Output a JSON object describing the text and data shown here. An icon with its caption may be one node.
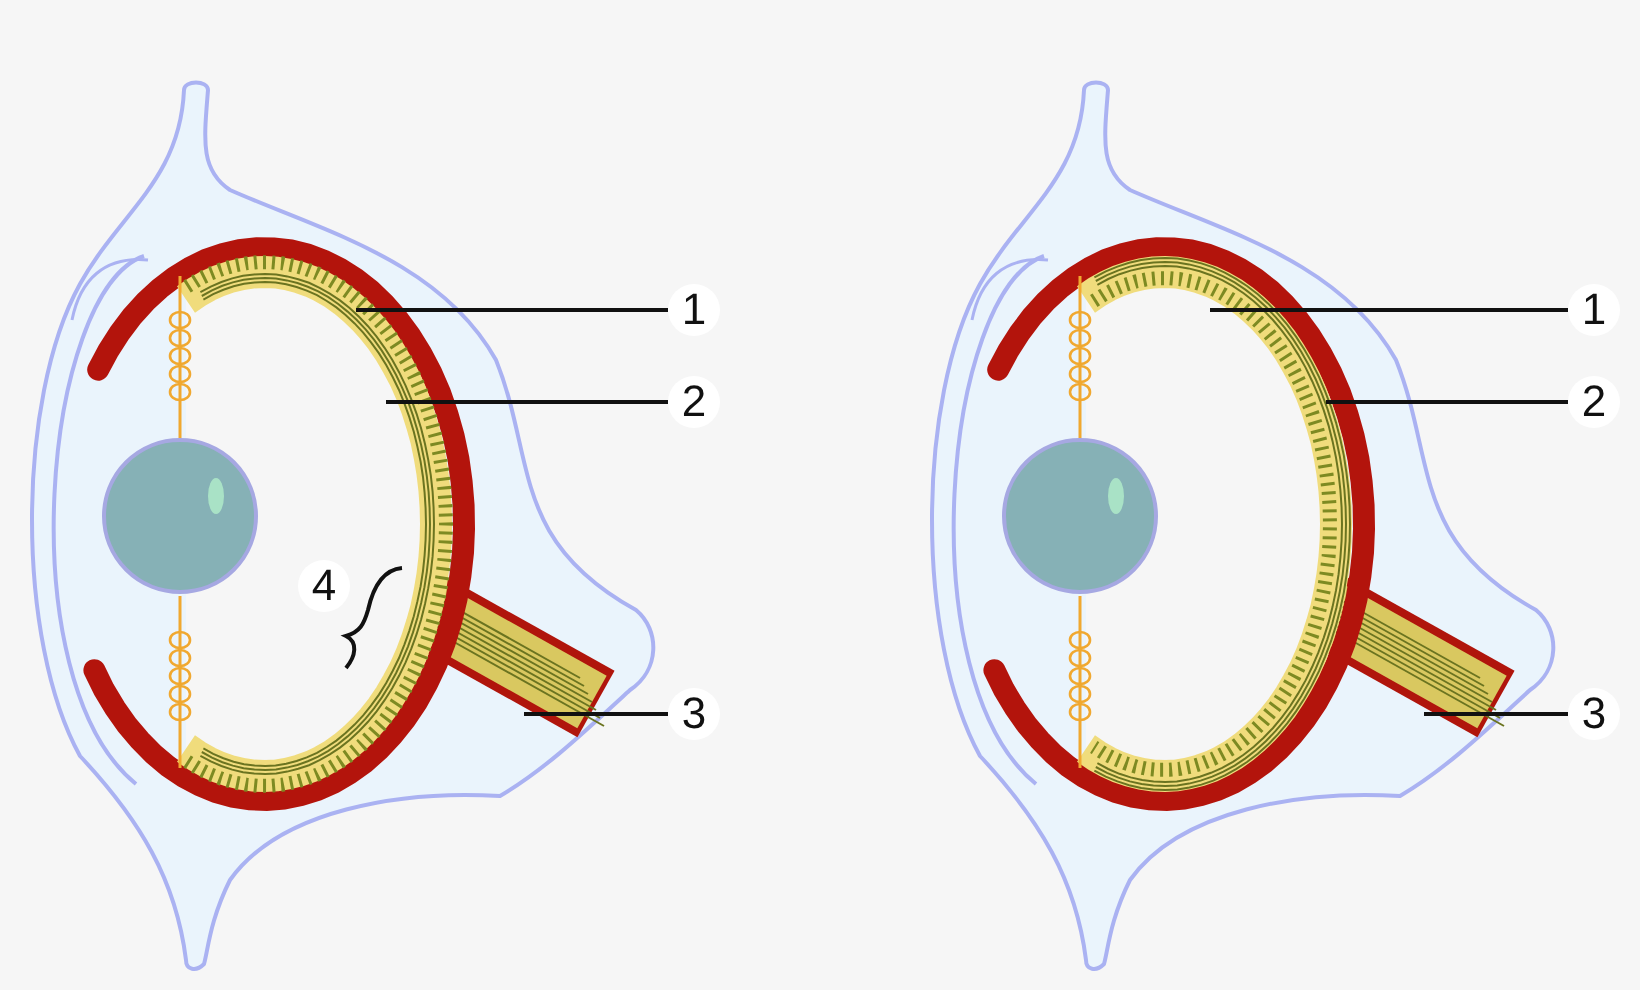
{
  "diagram": {
    "nodes": [
      {
        "text": [
          "1"
        ]
      },
      {
        "text": [
          "2"
        ]
      },
      {
        "text": [
          "3"
        ]
      },
      {
        "text": [
          "1"
        ]
      },
      {
        "text": [
          "2"
        ]
      },
      {
        "text": [
          "3"
        ]
      },
      {
        "text": [
          "4"
        ]
      }
    ],
    "edges": [
      {
        "from": 0,
        "to": null,
        "arrow": "none"
      },
      {
        "from": 1,
        "to": null,
        "arrow": "none"
      },
      {
        "from": 2,
        "to": null,
        "arrow": "none"
      },
      {
        "from": 3,
        "to": null,
        "arrow": "none"
      },
      {
        "from": 4,
        "to": null,
        "arrow": "none"
      },
      {
        "from": 5,
        "to": null,
        "arrow": "none"
      }
    ]
  }
}
